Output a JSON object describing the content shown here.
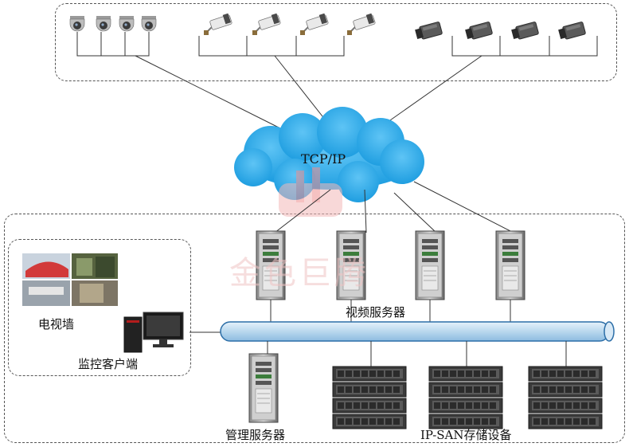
{
  "network": {
    "cloud_label": "TCP/IP"
  },
  "labels": {
    "video_wall": "电视墙",
    "monitor_client": "监控客户端",
    "video_server": "视频服务器",
    "management_server": "管理服务器",
    "ipsan_storage": "IP-SAN存储设备"
  },
  "watermark": {
    "text": "金色巨腾"
  },
  "colors": {
    "cloud": "#1ea3e6",
    "bus_fill": "#c3def0",
    "bus_stroke": "#2d6fa8",
    "watermark": "#f4b9b9"
  }
}
